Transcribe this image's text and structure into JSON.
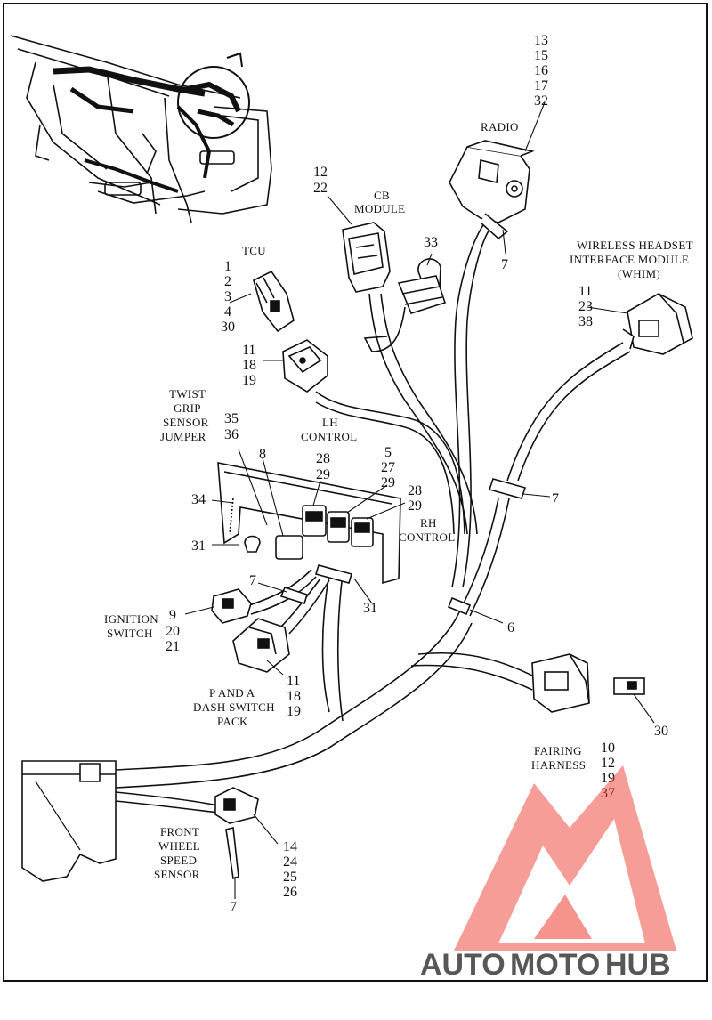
{
  "callouts": {
    "radio_nums": [
      "13",
      "15",
      "16",
      "17",
      "32"
    ],
    "radio_label": "RADIO",
    "radio_clip": "7",
    "cb_nums": [
      "12",
      "22"
    ],
    "cb_label": [
      "CB",
      "MODULE"
    ],
    "c33": "33",
    "tcu_label": "TCU",
    "tcu_nums": [
      "1",
      "2",
      "3",
      "4",
      "30"
    ],
    "lh_conn_nums": [
      "11",
      "18",
      "19"
    ],
    "whim_label": [
      "WIRELESS HEADSET",
      "INTERFACE MODULE",
      "(WHIM)"
    ],
    "whim_nums": [
      "11",
      "23",
      "38"
    ],
    "twist_label": [
      "TWIST",
      "GRIP",
      "SENSOR",
      "JUMPER"
    ],
    "twist_nums": [
      "35",
      "36"
    ],
    "lh_label": [
      "LH",
      "CONTROL"
    ],
    "c8": "8",
    "lh_nums": [
      "28",
      "29"
    ],
    "mid_nums": [
      "5",
      "27",
      "29"
    ],
    "rh_nums": [
      "28",
      "29"
    ],
    "rh_label": [
      "RH",
      "CONTROL"
    ],
    "c34": "34",
    "c31a": "31",
    "c31b": "31",
    "c7_right": "7",
    "c7_left": "7",
    "c6": "6",
    "ign_nums": [
      "9",
      "20",
      "21"
    ],
    "ign_label": [
      "IGNITION",
      "SWITCH"
    ],
    "pa_nums": [
      "11",
      "18",
      "19"
    ],
    "pa_label": [
      "P AND A",
      "DASH SWITCH",
      "PACK"
    ],
    "c30": "30",
    "fairing_label": [
      "FAIRING",
      "HARNESS"
    ],
    "fairing_nums": [
      "10",
      "12",
      "19",
      "37"
    ],
    "wheel_label": [
      "FRONT",
      "WHEEL",
      "SPEED",
      "SENSOR"
    ],
    "wheel_nums": [
      "14",
      "24",
      "25",
      "26"
    ],
    "c7_bottom": "7"
  },
  "watermark": {
    "text_a": "AUTO",
    "text_b": "MOTO",
    "text_c": "HUB",
    "color_a": "#f4a11d",
    "color_c": "#8a8a8a",
    "logo_color": "#ee3b2f"
  }
}
